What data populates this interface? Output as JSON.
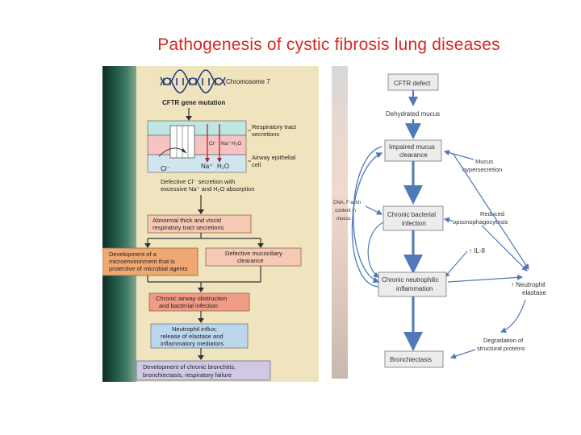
{
  "title": "Pathogenesis of cystic fibrosis lung diseases",
  "left": {
    "chromosome_label": "Chromosome 7",
    "gene_mutation": "CFTR gene mutation",
    "respiratory_secretions": [
      "Respiratory tract",
      "secretions"
    ],
    "airway_cell": [
      "Airway epithelial",
      "cell"
    ],
    "ion_cl": "Cl⁻",
    "ion_na": "Na⁺",
    "ion_h2o": "H₂O",
    "ion_cl_bottom": "Cl⁻",
    "ion_na_bottom": "Na⁺",
    "ion_h2o_bottom": "H₂O",
    "defective_secretion": [
      "Defective Cl⁻ secretion with",
      "excessive Na⁺ and H₂O absorption"
    ],
    "abnormal_secretions": [
      "Abnormal thick and viscid",
      "respiratory tract secretions"
    ],
    "microenvironment": [
      "Development of a",
      "microenvironment that is",
      "protective of microbial agents"
    ],
    "defective_clearance": [
      "Defective mucociliary",
      "clearance"
    ],
    "chronic_obstruction": [
      "Chronic airway obstruction",
      "and bacterial infection"
    ],
    "neutrophil_influx": [
      "Neutrophil influx;",
      "release of elastase and",
      "inflammatory mediators"
    ],
    "outcome": [
      "Development of chronic bronchitis,",
      "bronchiectasis, respiratory failure"
    ]
  },
  "right": {
    "cftr_defect": "CFTR defect",
    "dehydrated_mucus": "Dehydrated mucus",
    "impaired_clearance": [
      "Impaired mucus",
      "clearance"
    ],
    "mucus_hypersecretion": [
      "Mucus",
      "hypersecretion"
    ],
    "dna_factin": [
      "DNA, F-actin",
      "content in",
      "mucus"
    ],
    "chronic_bacterial": [
      "Chronic bacterial",
      "infection"
    ],
    "reduced_opsono": [
      "Reduced",
      "opsonophagocytosis"
    ],
    "il8": "↑ IL-8",
    "chronic_neutrophilic": [
      "Chronic neutrophilic",
      "inflammation"
    ],
    "neutrophil_elastase": [
      "↑ Neutrophil",
      "elastase"
    ],
    "degradation": [
      "Degradation of",
      "structural proteins"
    ],
    "bronchiectasis": "Bronchiectasis"
  },
  "colors": {
    "title": "#d42a1e",
    "box_pink": "#f5c9b4",
    "box_orange": "#f0a872",
    "box_blue": "#bcd6ec",
    "box_lavender": "#cfc9e6",
    "box_gray": "#ececec",
    "arrow_blue": "#4f79b9"
  }
}
